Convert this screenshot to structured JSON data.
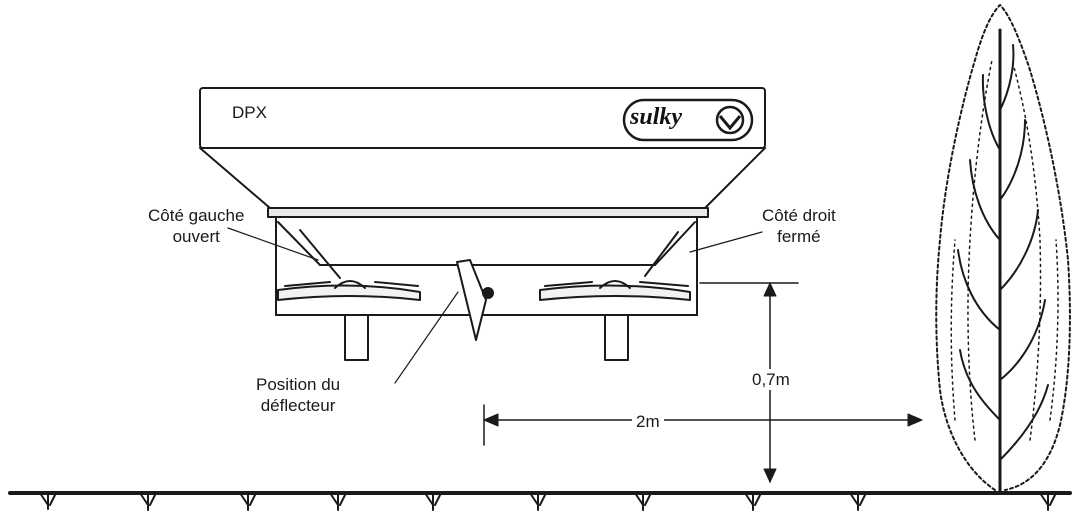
{
  "labels": {
    "model": "DPX",
    "brand": "sulky",
    "left_side": [
      "Côté gauche",
      "ouvert"
    ],
    "right_side": [
      "Côté droit",
      "fermé"
    ],
    "deflector": [
      "Position du",
      "déflecteur"
    ],
    "height": "0,7m",
    "distance": "2m"
  },
  "colors": {
    "ink": "#1a1a1a",
    "background": "#ffffff"
  },
  "icons": [
    "sulky-logo-icon",
    "tree-icon",
    "grass-tuft-icon"
  ]
}
